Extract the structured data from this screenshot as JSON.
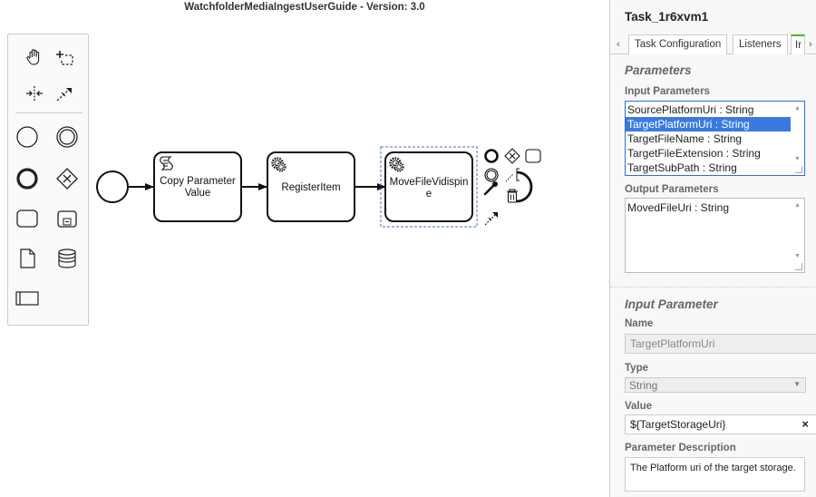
{
  "diagram": {
    "title": "WatchfolderMediaIngestUserGuide - Version: 3.0",
    "tasks": [
      {
        "label": "Copy Parameter Value",
        "kind": "script"
      },
      {
        "label": "RegisterItem",
        "kind": "service"
      },
      {
        "label": "MoveFileVidispine",
        "kind": "service"
      }
    ]
  },
  "palette": {
    "tools": [
      "hand-tool",
      "lasso-tool",
      "space-tool",
      "global-connect-tool"
    ],
    "shapes": [
      "start-event",
      "intermediate-event",
      "end-event",
      "gateway",
      "task",
      "subprocess",
      "data-object",
      "data-store",
      "pool"
    ]
  },
  "context_pad": {
    "items": [
      "end-event",
      "gateway",
      "task",
      "intermediate-event",
      "text-annotation",
      "wrench",
      "delete",
      "connect"
    ]
  },
  "panel": {
    "element_id": "Task_1r6xvm1",
    "tabs": [
      "Task Configuration",
      "Listeners",
      "Ir"
    ],
    "active_tab_index": 2,
    "parameters_title": "Parameters",
    "input_parameters_label": "Input Parameters",
    "input_parameters": [
      "SourcePlatformUri : String",
      "TargetPlatformUri : String",
      "TargetFileName : String",
      "TargetFileExtension : String",
      "TargetSubPath : String"
    ],
    "selected_input_index": 1,
    "output_parameters_label": "Output Parameters",
    "output_parameters": [
      "MovedFileUri : String"
    ],
    "input_parameter_title": "Input Parameter",
    "name_label": "Name",
    "name_value": "TargetPlatformUri",
    "type_label": "Type",
    "type_value": "String",
    "value_label": "Value",
    "value_value": "${TargetStorageUri}",
    "clear_glyph": "×",
    "description_label": "Parameter Description",
    "description_value": "The Platform uri of the target storage.",
    "accent_color": "#52b415",
    "selection_color": "#3a7ae0"
  }
}
